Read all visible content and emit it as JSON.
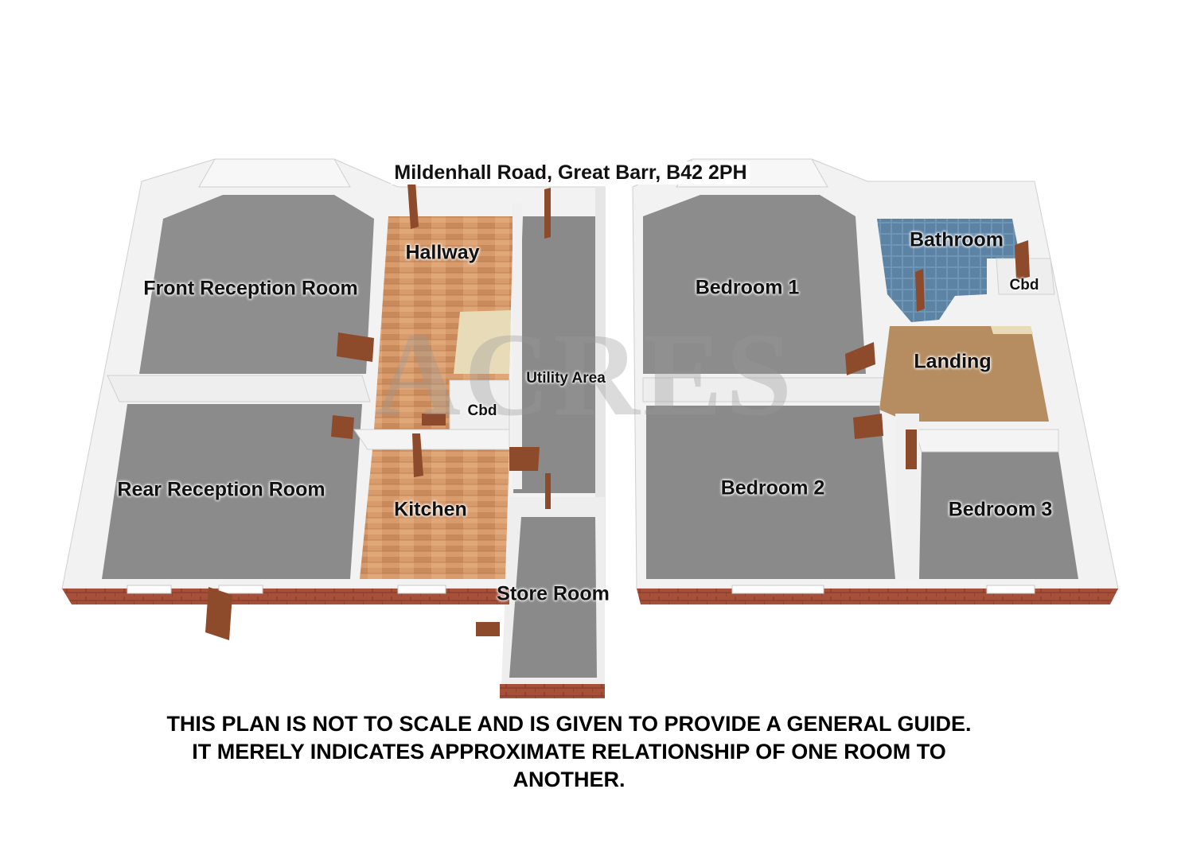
{
  "title": "Mildenhall Road, Great Barr, B42 2PH",
  "watermark": "ACRES",
  "rooms": {
    "front_reception": "Front Reception Room",
    "rear_reception": "Rear Reception Room",
    "hallway": "Hallway",
    "cbd_ground": "Cbd",
    "utility": "Utility Area",
    "kitchen": "Kitchen",
    "store": "Store Room",
    "bedroom1": "Bedroom 1",
    "bathroom": "Bathroom",
    "cbd_first": "Cbd",
    "landing": "Landing",
    "bedroom2": "Bedroom 2",
    "bedroom3": "Bedroom 3"
  },
  "disclaimer": "THIS PLAN IS NOT TO SCALE AND IS GIVEN TO PROVIDE A GENERAL GUIDE. IT MERELY INDICATES APPROXIMATE RELATIONSHIP OF ONE ROOM TO ANOTHER.",
  "colors": {
    "floor_grey": "#8c8c8c",
    "wall_white": "#f4f4f4",
    "wood_floor": "#d49a6a",
    "carpet": "#b58e64",
    "tile_blue": "#6a8fb0",
    "brick": "#a04a35",
    "door": "#8a4a2a"
  }
}
